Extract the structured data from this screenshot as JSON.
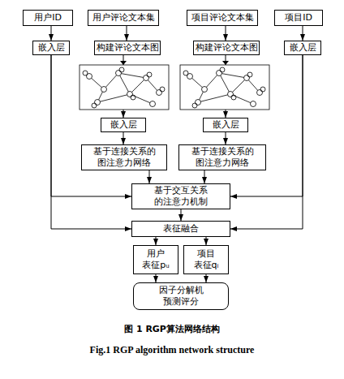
{
  "diagram": {
    "caption": "图 1 RGP算法网络结构",
    "nodes": [
      {
        "text": [
          "用户ID"
        ]
      },
      {
        "text": [
          "用户评论文本集"
        ]
      },
      {
        "text": [
          "项目评论文本集"
        ]
      },
      {
        "text": [
          "项目ID"
        ]
      },
      {
        "text": [
          "嵌入层"
        ]
      },
      {
        "text": [
          "构建评论文本图"
        ]
      },
      {
        "text": [
          "构建评论文本图"
        ]
      },
      {
        "text": [
          "嵌入层"
        ]
      },
      {
        "text": [
          "嵌入层"
        ]
      },
      {
        "text": [
          "嵌入层"
        ]
      },
      {
        "text": [
          "基于连接关系的 图注意力网络"
        ]
      },
      {
        "text": [
          "基于连接关系的 图注意力网络"
        ]
      },
      {
        "text": [
          "基于交互关系 的注意力机制"
        ]
      },
      {
        "text": [
          "表征融合"
        ]
      },
      {
        "text": [
          "用户 表征pᵤ"
        ]
      },
      {
        "text": [
          "项目 表征qᵢ"
        ]
      },
      {
        "text": [
          "因子分解机 预测评分"
        ]
      }
    ],
    "edges": [
      {
        "from": 0,
        "to": 4,
        "arrow": "to"
      },
      {
        "from": 1,
        "to": 5,
        "arrow": "to"
      },
      {
        "from": 2,
        "to": 6,
        "arrow": "to"
      },
      {
        "from": 3,
        "to": 7,
        "arrow": "to"
      },
      {
        "from": 5,
        "to": 8,
        "arrow": "to"
      },
      {
        "from": 6,
        "to": 9,
        "arrow": "to"
      },
      {
        "from": 8,
        "to": 10,
        "arrow": "to"
      },
      {
        "from": 9,
        "to": 11,
        "arrow": "to"
      },
      {
        "from": 4,
        "to": 12,
        "arrow": "to"
      },
      {
        "from": 4,
        "to": 13,
        "arrow": "to"
      },
      {
        "from": 7,
        "to": 12,
        "arrow": "to"
      },
      {
        "from": 7,
        "to": 13,
        "arrow": "to"
      },
      {
        "from": 10,
        "to": 12,
        "arrow": "to"
      },
      {
        "from": 11,
        "to": 12,
        "arrow": "to"
      },
      {
        "from": 12,
        "to": 13,
        "arrow": "to"
      },
      {
        "from": 13,
        "to": 14,
        "arrow": "to"
      },
      {
        "from": 13,
        "to": 15,
        "arrow": "to"
      },
      {
        "from": 14,
        "to": 16,
        "arrow": "to"
      },
      {
        "from": 15,
        "to": 16,
        "arrow": "to"
      }
    ],
    "labels": [
      "Fig.1 RGP algorithm network structure"
    ]
  }
}
